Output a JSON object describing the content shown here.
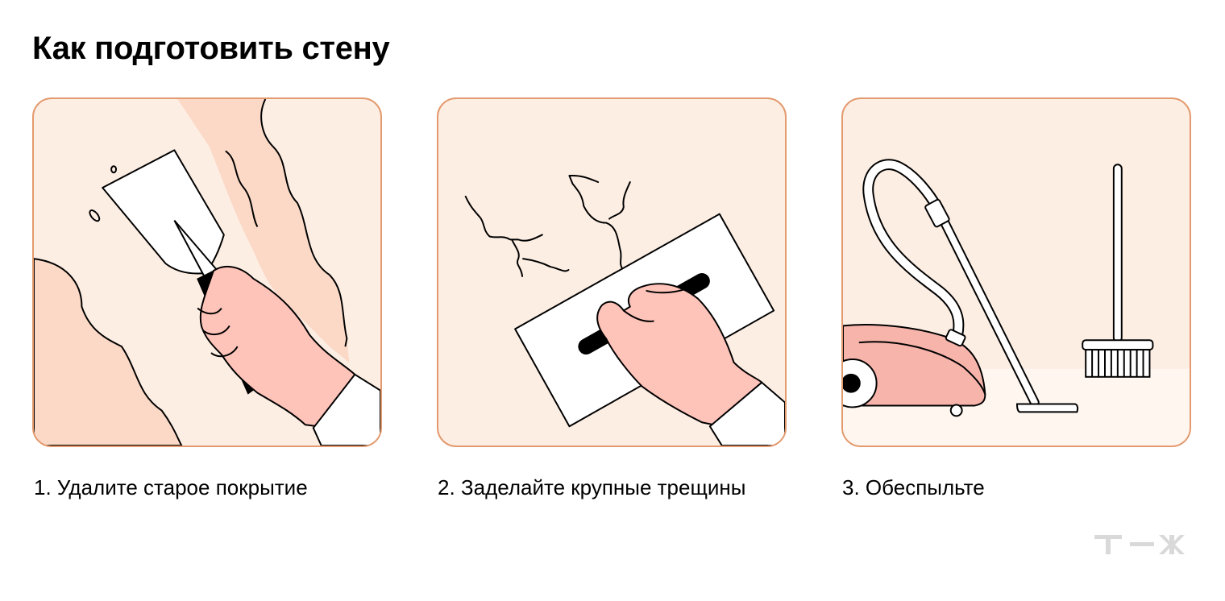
{
  "title": "Как подготовить стену",
  "steps": [
    {
      "caption": "1. Удалите старое покрытие",
      "illustration": "scraper-wall-icon"
    },
    {
      "caption": "2. Заделайте крупные трещины",
      "illustration": "trowel-cracks-icon"
    },
    {
      "caption": "3. Обеспыльте",
      "illustration": "vacuum-broom-icon"
    }
  ],
  "logo": "т—ж",
  "colors": {
    "panel_bg": "#fdeee4",
    "panel_border": "#e39a6e",
    "peel": "#fbd9c6",
    "hand": "#fec3b9",
    "vacuum": "#f7b4ab"
  }
}
